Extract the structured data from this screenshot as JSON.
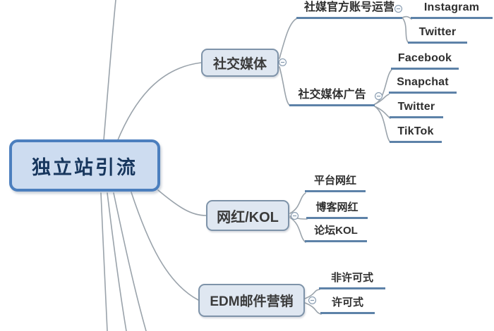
{
  "root": {
    "label": "独立站引流"
  },
  "branches": [
    {
      "label": "社交媒体",
      "children": [
        {
          "label": "社媒官方账号运营",
          "children": [
            {
              "label": "Instagram"
            },
            {
              "label": "Twitter"
            }
          ]
        },
        {
          "label": "社交媒体广告",
          "children": [
            {
              "label": "Facebook"
            },
            {
              "label": "Snapchat"
            },
            {
              "label": "Twitter"
            },
            {
              "label": "TikTok"
            }
          ]
        }
      ]
    },
    {
      "label": "网红/KOL",
      "children": [
        {
          "label": "平台网红"
        },
        {
          "label": "博客网红"
        },
        {
          "label": "论坛KOL"
        }
      ]
    },
    {
      "label": "EDM邮件营销",
      "children": [
        {
          "label": "非许可式"
        },
        {
          "label": "许可式"
        }
      ]
    }
  ],
  "icons": [
    {
      "name": "collapse-minus-icon",
      "glyph": "-"
    }
  ],
  "colors": {
    "root-border": "#4c7fbe",
    "root-fill": "#cddcf0",
    "root-text": "#17365d",
    "box-border": "#7e93a9",
    "box-fill": "#dfe7f1",
    "box-text": "#3a3a3a",
    "underline": "#5d82a8",
    "connector": "#9aa3ab",
    "leaf-text": "#2f2f2f"
  }
}
